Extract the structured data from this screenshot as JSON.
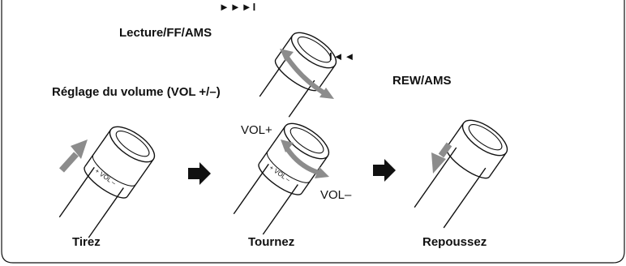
{
  "top_knob": {
    "play_symbols": "►►►I",
    "play_label": "Lecture/FF/AMS",
    "rew_symbol": "I◄◄",
    "rew_label": "REW/AMS"
  },
  "volume_section": {
    "heading": "Réglage du volume (VOL +/–)",
    "knob_band_text": "+ VOL –",
    "vol_plus": "VOL+",
    "vol_minus": "VOL–",
    "steps": [
      {
        "label": "Tirez"
      },
      {
        "label": "Tournez"
      },
      {
        "label": "Repoussez"
      }
    ]
  },
  "colors": {
    "line": "#111111",
    "gray_arrow": "#8c8c8c",
    "knob_fill": "#ffffff",
    "dark_arrow": "#111111"
  }
}
